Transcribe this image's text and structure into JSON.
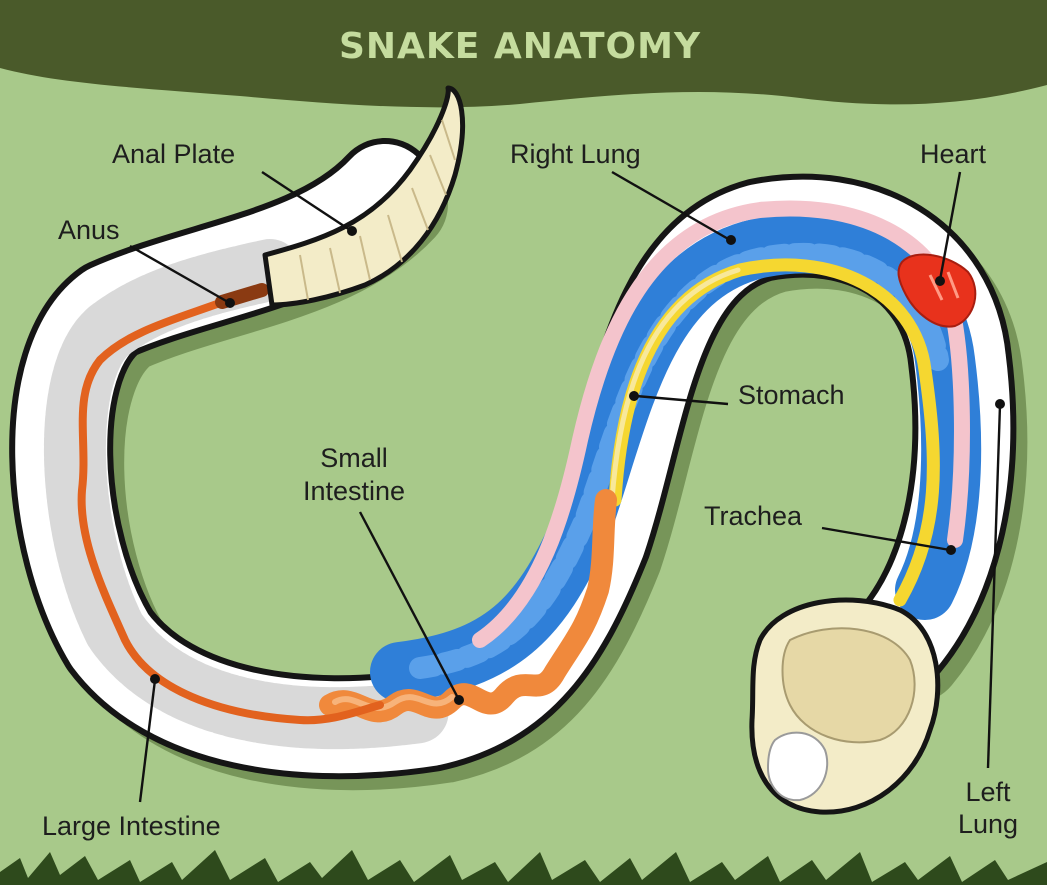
{
  "title": "SNAKE ANATOMY",
  "labels": {
    "anal_plate": "Anal Plate",
    "anus": "Anus",
    "right_lung": "Right Lung",
    "heart": "Heart",
    "stomach": "Stomach",
    "small_intestine_1": "Small",
    "small_intestine_2": "Intestine",
    "trachea": "Trachea",
    "large_intestine": "Large Intestine",
    "left_lung_1": "Left",
    "left_lung_2": "Lung"
  },
  "colors": {
    "background": "#a8c98a",
    "header": "#4a5a2a",
    "title": "#c5dc9e",
    "body_outline": "#151515",
    "body_fill": "#ffffff",
    "shadow": "#4f6a31",
    "lung": "#2f7fd8",
    "stomach": "#f5d730",
    "trachea": "#f4c4cc",
    "heart": "#e8321c",
    "small_intestine": "#f0893c",
    "large_intestine": "#e2621e",
    "grass": "#2e4a1c"
  }
}
